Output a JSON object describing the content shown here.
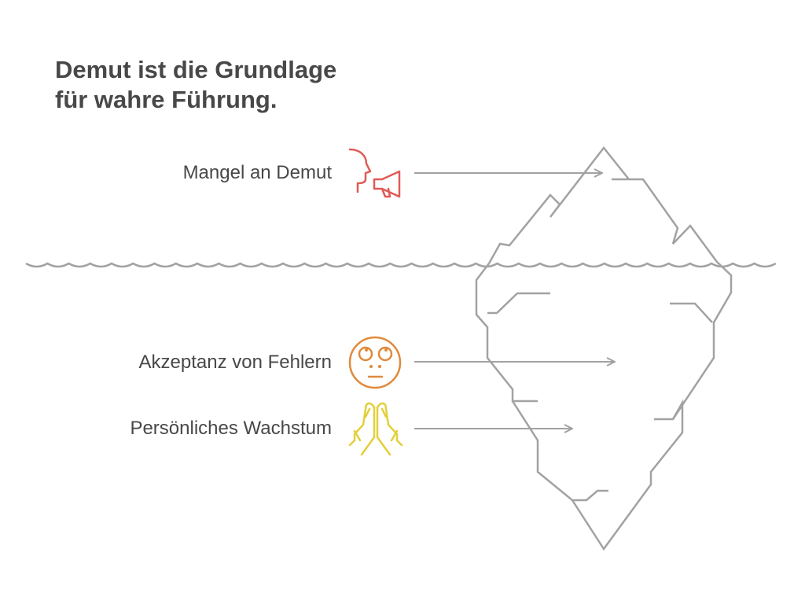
{
  "title": {
    "line1": "Demut ist die Grundlage",
    "line2": "für wahre Führung."
  },
  "items": [
    {
      "label": "Mangel an Demut",
      "icon": "speaking-megaphone-icon",
      "color": "#e05a55"
    },
    {
      "label": "Akzeptanz von Fehlern",
      "icon": "eyes-rolled-face-icon",
      "color": "#e08a3c"
    },
    {
      "label": "Persönliches Wachstum",
      "icon": "praying-hands-icon",
      "color": "#e3cf3a"
    }
  ],
  "colors": {
    "iceberg": "#a2a2a2",
    "water": "#a2a2a2",
    "text": "#484848"
  }
}
